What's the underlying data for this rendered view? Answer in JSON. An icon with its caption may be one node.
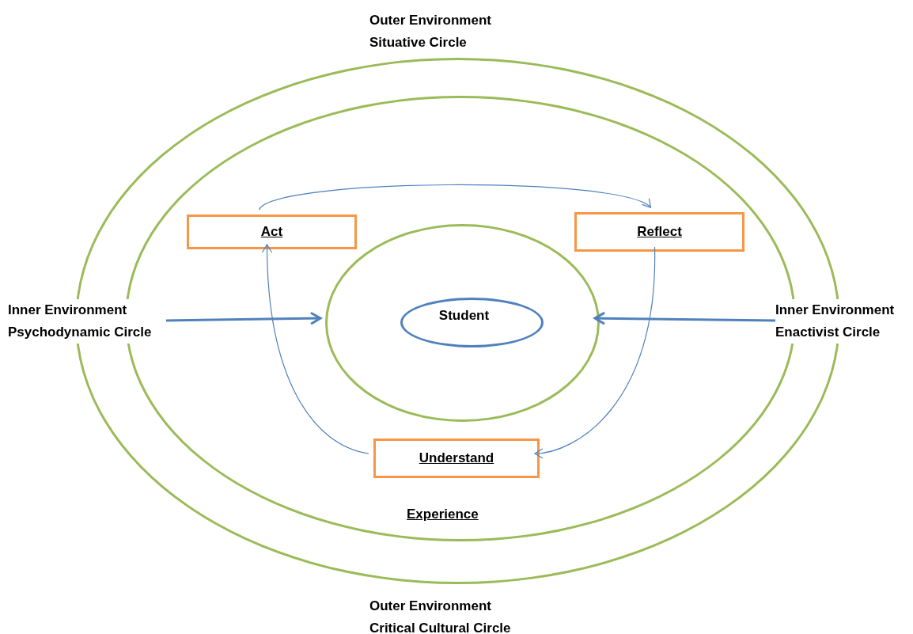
{
  "diagram": {
    "nodes": [
      {
        "text": [],
        "shape": "circle"
      },
      {
        "text": [],
        "shape": "circle",
        "in": 0
      },
      {
        "text": [],
        "shape": "circle",
        "in": 1
      },
      {
        "text": [
          "Student"
        ],
        "in": 2
      },
      {
        "text": [
          "Act"
        ],
        "in": 1
      },
      {
        "text": [
          "Reflect"
        ],
        "in": 1
      },
      {
        "text": [
          "Understand"
        ],
        "in": 1
      },
      {
        "text": [
          "Inner Environment Psychodynamic Circle"
        ]
      },
      {
        "text": [
          "Inner Environment Enactivist Circle"
        ]
      }
    ],
    "edges": [
      {
        "from": 4,
        "to": 5,
        "arrow": "to"
      },
      {
        "from": 5,
        "to": 6,
        "arrow": "to"
      },
      {
        "from": 6,
        "to": 4,
        "arrow": "to"
      },
      {
        "from": 7,
        "to": 2,
        "arrow": "to",
        "style": "thick"
      },
      {
        "from": 8,
        "to": 2,
        "arrow": "to",
        "style": "thick"
      }
    ],
    "labels": [
      "Outer Environment Situative Circle",
      "Experience",
      "Outer Environment Critical Cultural Circle"
    ]
  }
}
